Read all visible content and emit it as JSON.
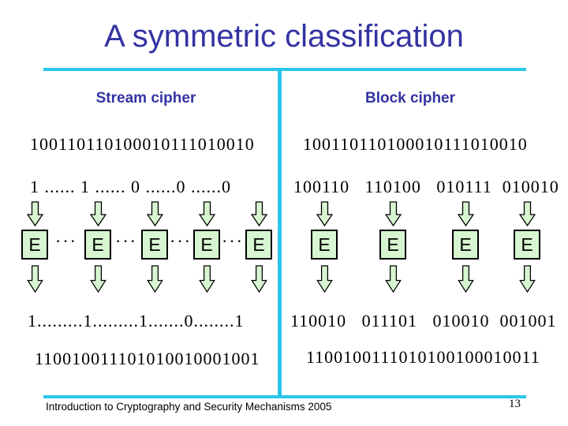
{
  "slide": {
    "title": "A symmetric classification",
    "footer": "Introduction to Cryptography and Security Mechanisms 2005",
    "page_number": "13",
    "colors": {
      "accent_cyan": "#2bc6ea",
      "heading_blue": "#3333a2",
      "box_green": "#d6f5d0"
    },
    "icons": {
      "down_arrow": "block-arrow-down",
      "ellipsis": "···"
    }
  },
  "stream": {
    "heading": "Stream cipher",
    "plaintext": "100110110100010111010010",
    "bit_row": "1 ...... 1 ...... 0 ......0 ......0",
    "box_label": "E",
    "ellipsis": "···",
    "key_row": "1.........1.........1.......0........1",
    "ciphertext": "110010011101010010001001"
  },
  "block": {
    "heading": "Block cipher",
    "plaintext": "100110110100010111010010",
    "block_row": "100110   110100   010111  010010",
    "box_label": "E",
    "cipher_block_row": "110010   011101   010010  001001",
    "ciphertext": "1100100111010100100010011"
  }
}
